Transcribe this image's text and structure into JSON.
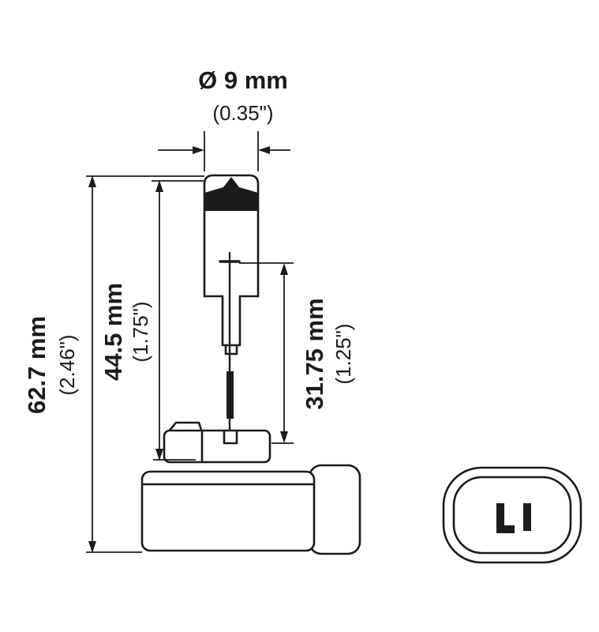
{
  "diagram": {
    "type": "technical-drawing-bulb",
    "dims": {
      "diameter_mm": "Ø 9 mm",
      "diameter_in": "(0.35\")",
      "overall_mm": "62.7 mm",
      "overall_in": "(2.46\")",
      "bulb_mm": "44.5 mm",
      "bulb_in": "(1.75\")",
      "lcl_mm": "31.75 mm",
      "lcl_in": "(1.25\")"
    },
    "colors": {
      "line": "#1b1b1b",
      "background": "#ffffff"
    }
  }
}
